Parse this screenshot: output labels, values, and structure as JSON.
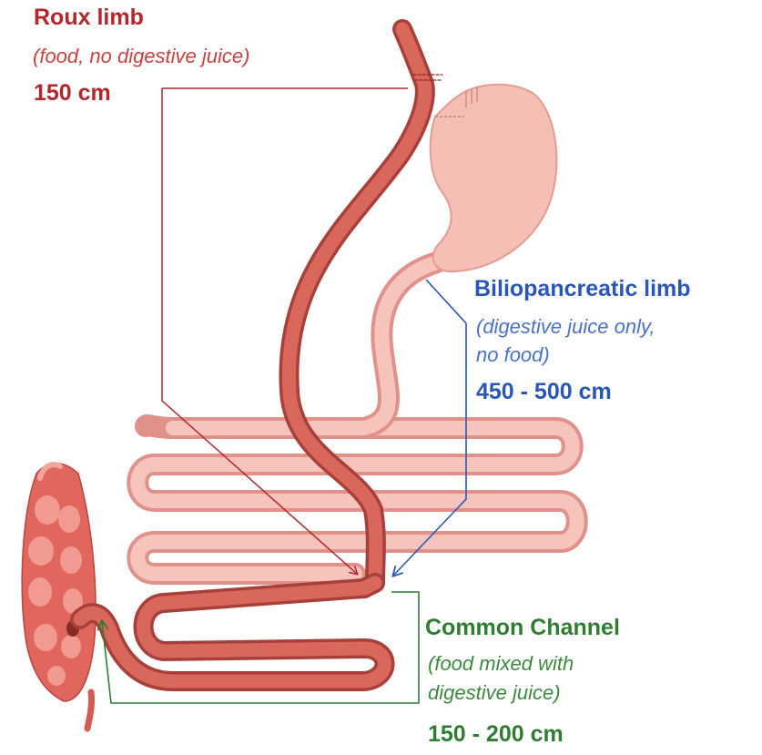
{
  "roux_limb": {
    "title": "Roux limb",
    "description": "(food, no digestive juice)",
    "length": "150 cm",
    "color": "#b3262c"
  },
  "biliopancreatic_limb": {
    "title": "Biliopancreatic limb",
    "description_line1": "(digestive juice only,",
    "description_line2": "no food)",
    "length": "450 - 500 cm",
    "color": "#2a56b6"
  },
  "common_channel": {
    "title": "Common Channel",
    "description_line1": "(food mixed with",
    "description_line2": "digestive juice)",
    "length": "150 - 200 cm",
    "color": "#2f7d32"
  },
  "anatomy_colors": {
    "roux": "#d9675c",
    "roux_dark": "#a8403a",
    "pale_bowel": "#f3b8b0",
    "pale_bowel_edge": "#e0928a",
    "stomach": "#f6bfb6",
    "colon": "#e0665e"
  }
}
